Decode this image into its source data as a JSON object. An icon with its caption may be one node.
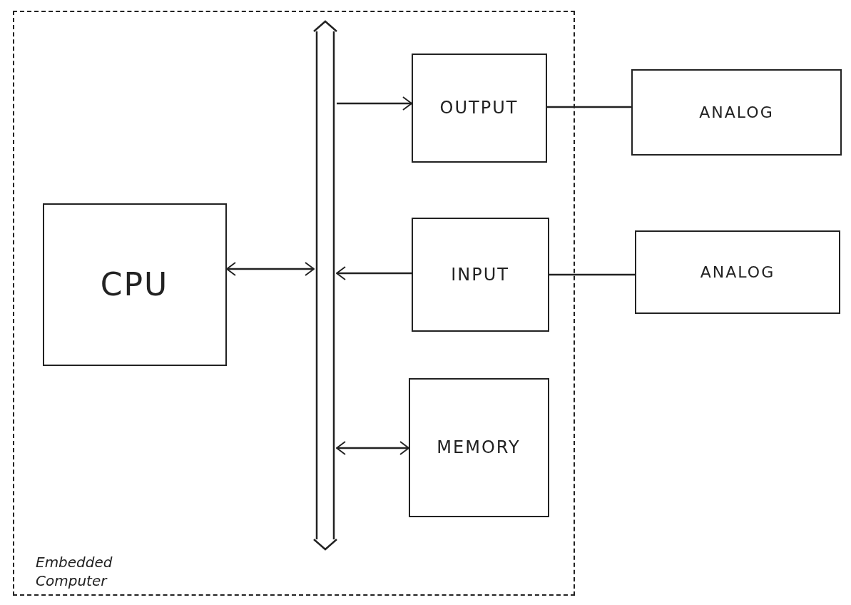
{
  "diagram": {
    "nodes": [
      {
        "text": [
          "Embedded Computer"
        ]
      },
      {
        "text": [
          "CPU"
        ],
        "in": 0
      },
      {
        "text": [],
        "shape": "bar",
        "in": 0
      },
      {
        "text": [
          "OUTPUT"
        ],
        "in": 0
      },
      {
        "text": [
          "INPUT"
        ],
        "in": 0
      },
      {
        "text": [
          "MEMORY"
        ],
        "in": 0
      },
      {
        "text": [
          "ANALOG"
        ]
      },
      {
        "text": [
          "ANALOG"
        ]
      }
    ],
    "edges": [
      {
        "from": 1,
        "to": 2,
        "arrow": "both"
      },
      {
        "from": 2,
        "to": 3,
        "arrow": "to"
      },
      {
        "from": 4,
        "to": 2,
        "arrow": "to"
      },
      {
        "from": 2,
        "to": 5,
        "arrow": "both"
      },
      {
        "from": 3,
        "to": 6,
        "arrow": "none"
      },
      {
        "from": 4,
        "to": 7,
        "arrow": "none"
      }
    ]
  }
}
